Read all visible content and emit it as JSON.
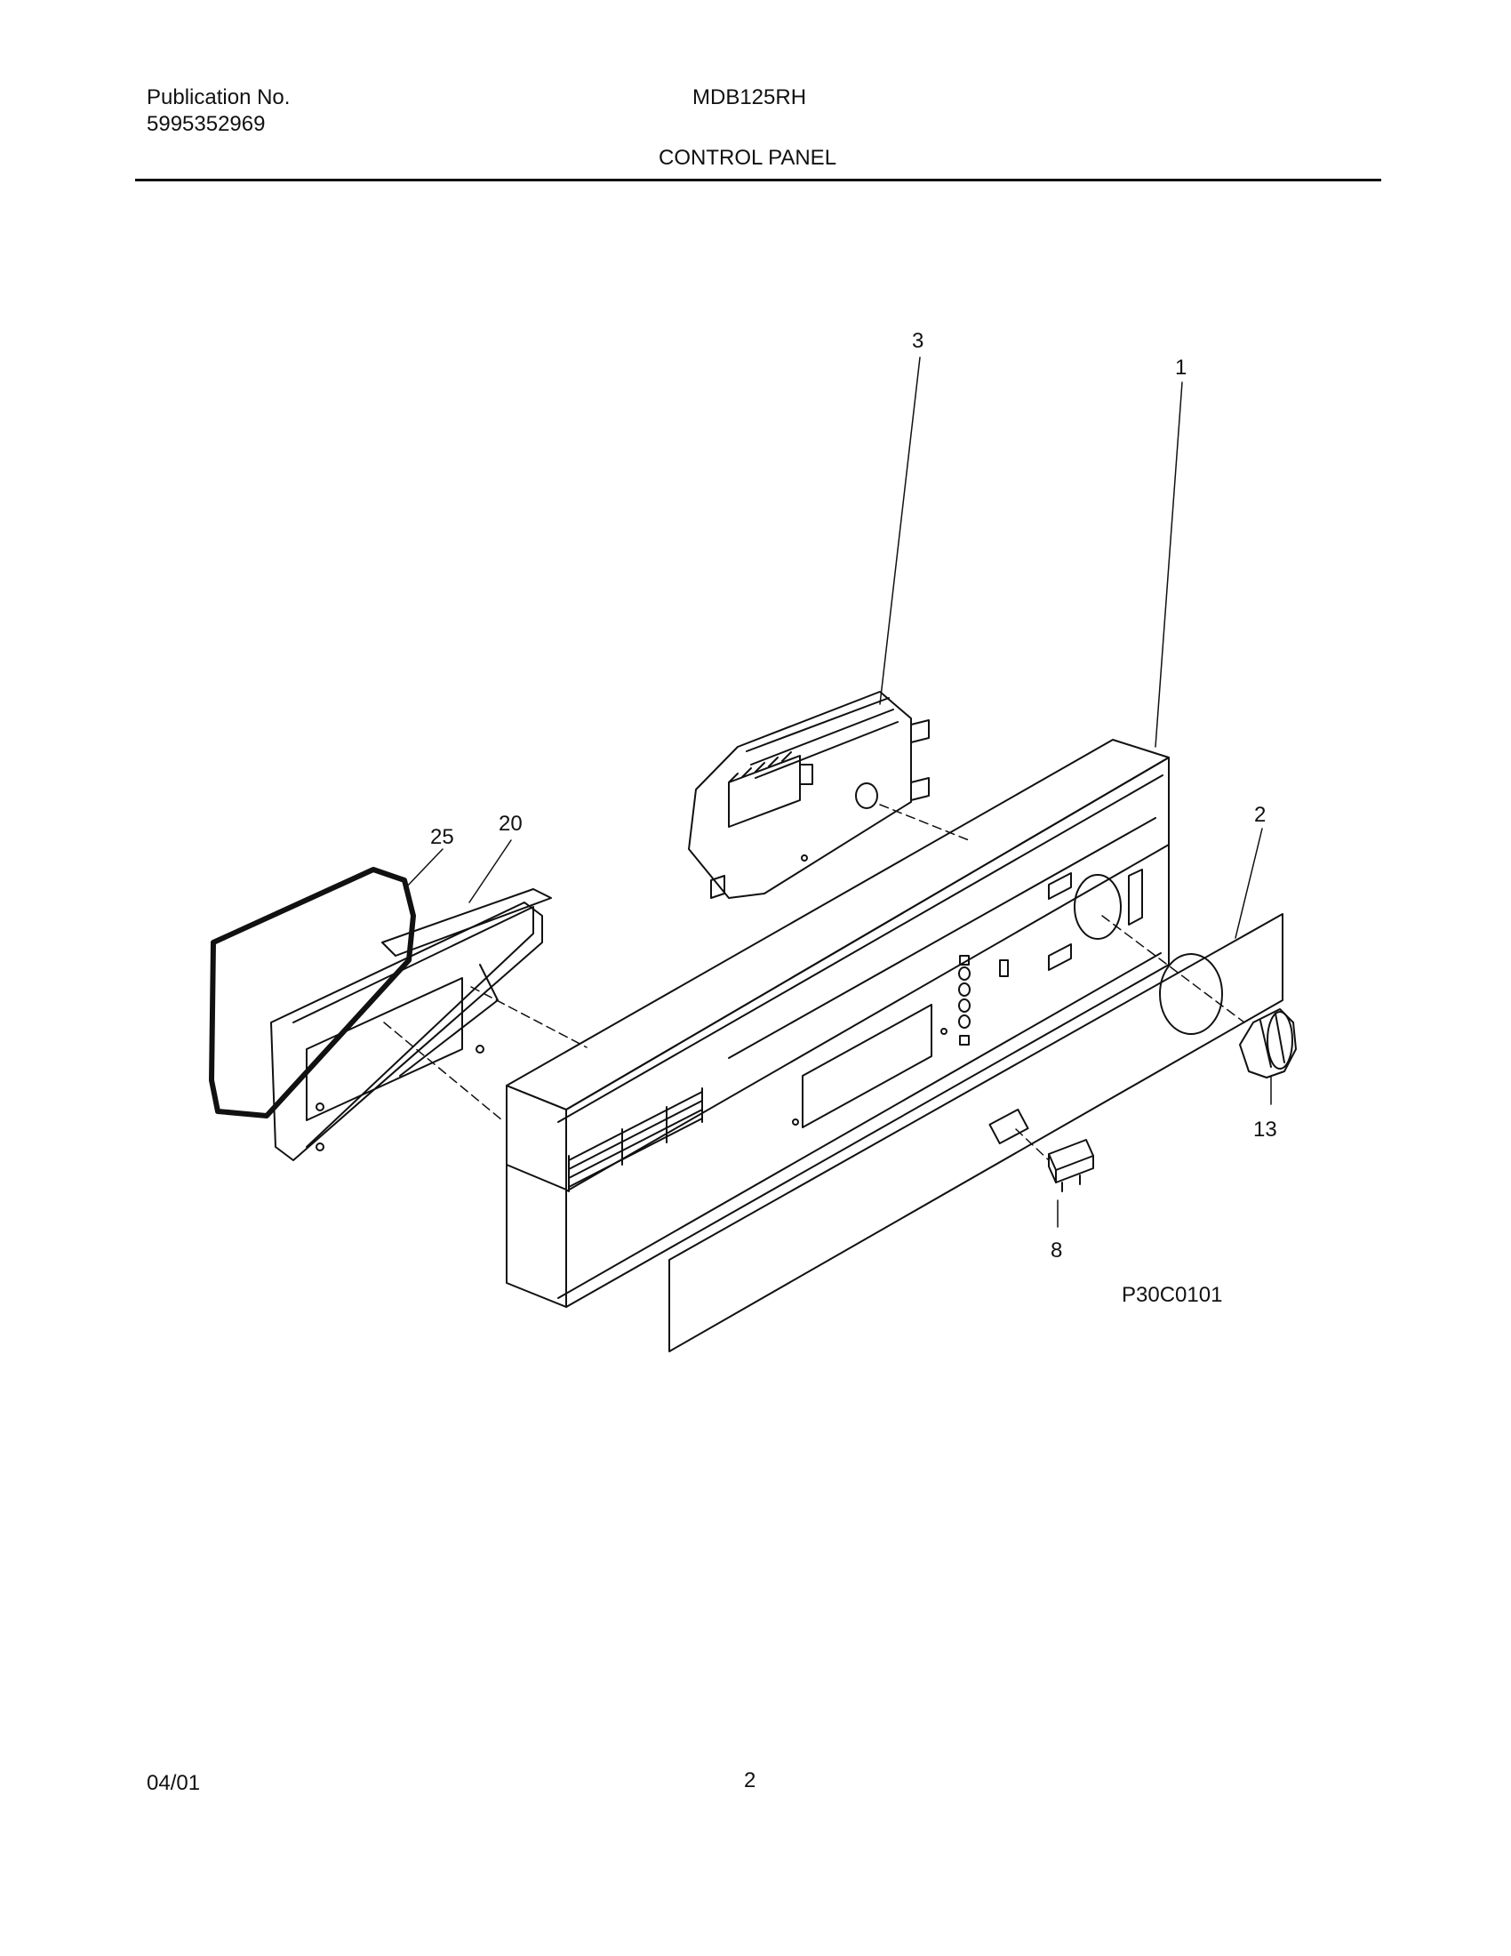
{
  "header": {
    "publication_label": "Publication No.",
    "publication_number": "5995352969",
    "model": "MDB125RH",
    "section_title": "CONTROL PANEL"
  },
  "diagram": {
    "code": "P30C0101",
    "callouts": [
      {
        "id": "callout-1",
        "label": "1",
        "part": "control-panel-housing"
      },
      {
        "id": "callout-2",
        "label": "2",
        "part": "control-overlay"
      },
      {
        "id": "callout-3",
        "label": "3",
        "part": "timer"
      },
      {
        "id": "callout-8",
        "label": "8",
        "part": "rocker-switch"
      },
      {
        "id": "callout-13",
        "label": "13",
        "part": "timer-knob"
      },
      {
        "id": "callout-20",
        "label": "20",
        "part": "vent-duct"
      },
      {
        "id": "callout-25",
        "label": "25",
        "part": "gasket"
      }
    ]
  },
  "footer": {
    "date": "04/01",
    "page_number": "2"
  }
}
